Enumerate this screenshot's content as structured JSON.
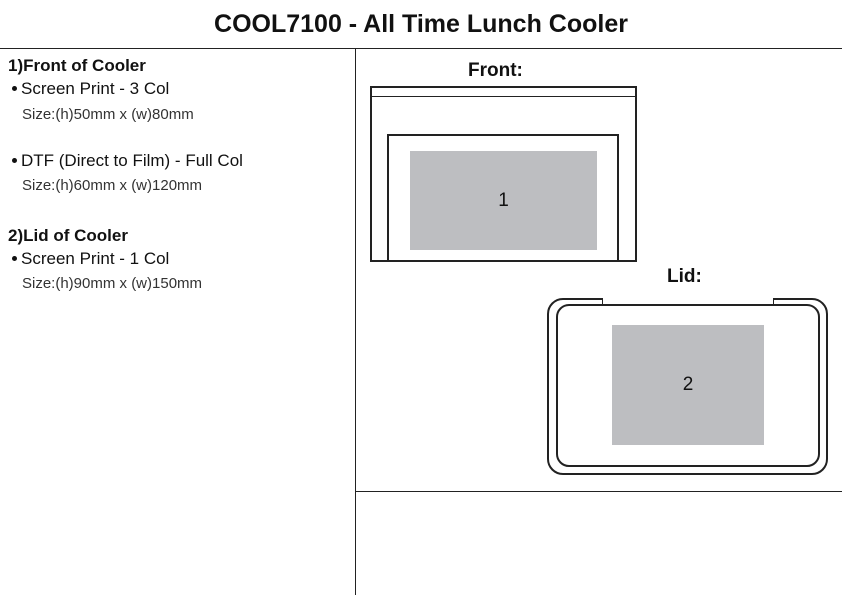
{
  "title": "COOL7100 - All Time Lunch Cooler",
  "sections": [
    {
      "heading": "1)Front of Cooler",
      "items": [
        {
          "method": "Screen Print - 3 Col",
          "size": "Size:(h)50mm x (w)80mm"
        },
        {
          "method": "DTF (Direct to Film) - Full Col",
          "size": "Size:(h)60mm x (w)120mm"
        }
      ]
    },
    {
      "heading": "2)Lid of Cooler",
      "items": [
        {
          "method": "Screen Print - 1 Col",
          "size": "Size:(h)90mm x (w)150mm"
        }
      ]
    }
  ],
  "diagrams": {
    "front_label": "Front:",
    "front_area": "1",
    "lid_label": "Lid:",
    "lid_area": "2",
    "print_area_color": "#bdbec1"
  }
}
